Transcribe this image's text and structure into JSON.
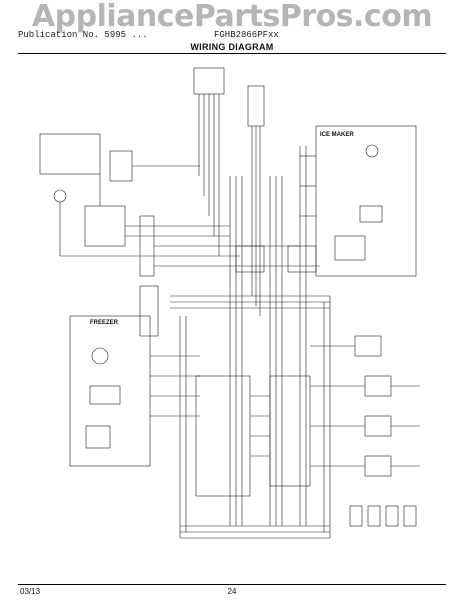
{
  "watermark": "AppliancePartsPros.com",
  "header": {
    "left": "Publication No. 5995 ...",
    "right": "FGHB2866PFxx",
    "title": "WIRING DIAGRAM"
  },
  "labels": {
    "ice_maker": "ICE MAKER",
    "freezer": "FREEZER"
  },
  "footer": {
    "date": "03/13",
    "page": "24"
  }
}
